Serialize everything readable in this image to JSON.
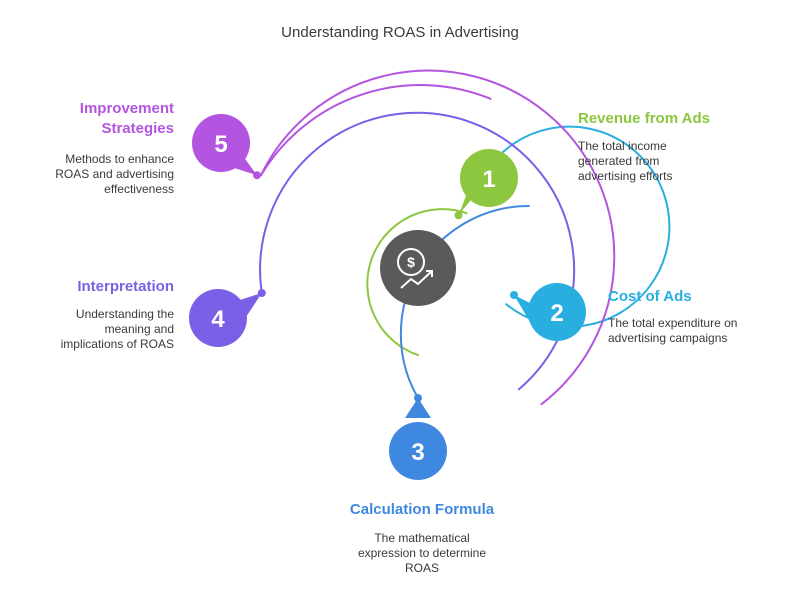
{
  "title": "Understanding ROAS in Advertising",
  "center_icon": "dollar-growth-icon",
  "steps": [
    {
      "number": "1",
      "heading": "Revenue from Ads",
      "description": "The total income generated from advertising efforts",
      "color": "#8dc63f"
    },
    {
      "number": "2",
      "heading": "Cost of Ads",
      "description": "The total expenditure on advertising campaigns",
      "color": "#29aee0"
    },
    {
      "number": "3",
      "heading": "Calculation Formula",
      "description": "The mathematical expression to determine ROAS",
      "color": "#3f88e0"
    },
    {
      "number": "4",
      "heading": "Interpretation",
      "description": "Understanding the meaning and implications of ROAS",
      "color": "#7b5fe6"
    },
    {
      "number": "5",
      "heading": "Improvement Strategies",
      "description": "Methods to enhance ROAS and advertising effectiveness",
      "color": "#b355e0"
    }
  ]
}
